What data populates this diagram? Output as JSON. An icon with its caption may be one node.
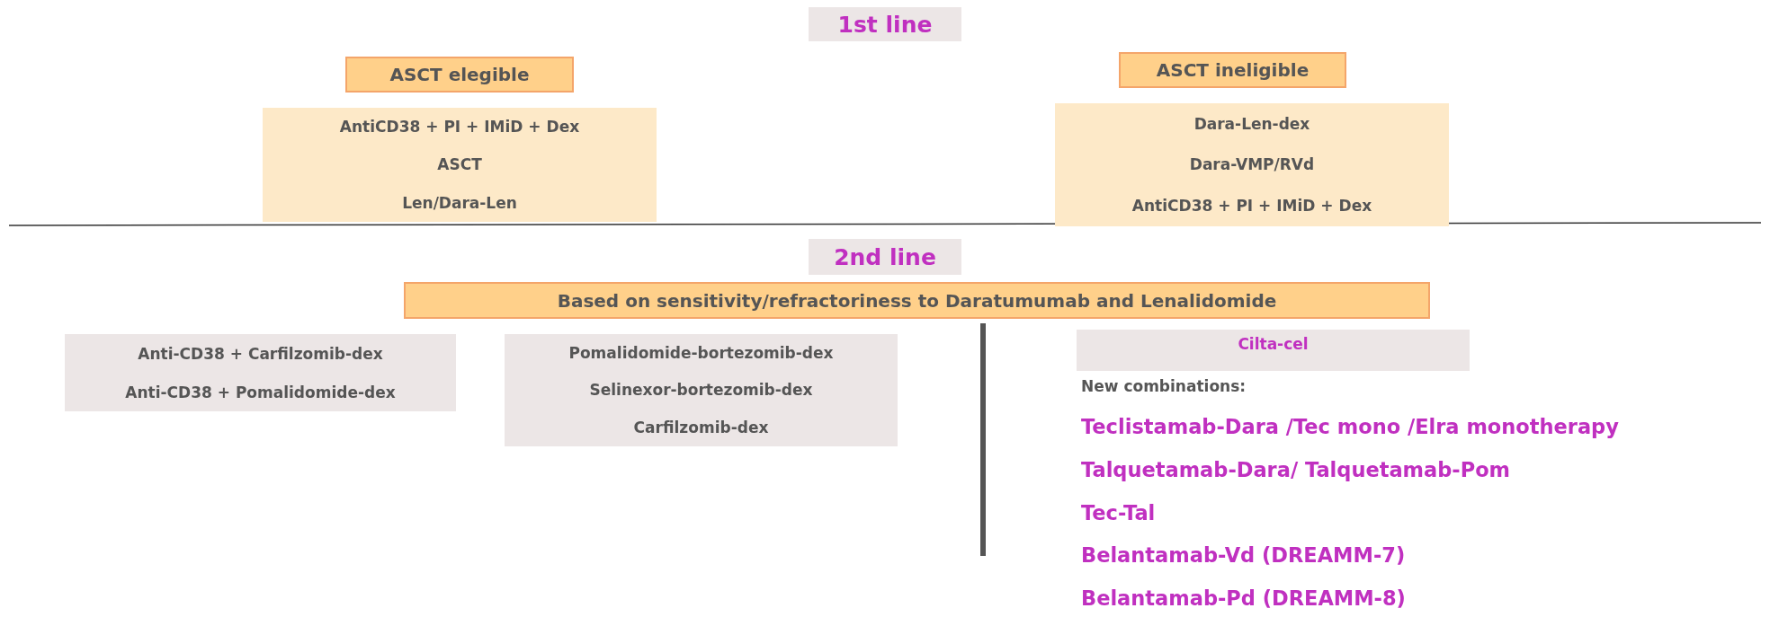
{
  "diagram": {
    "nodes": [
      {
        "text": [
          "1st line"
        ]
      },
      {
        "text": [
          "ASCT elegible"
        ]
      },
      {
        "text": [
          "AntiCD38 + PI + IMiD + Dex",
          "ASCT",
          "Len/Dara-Len"
        ]
      },
      {
        "text": [
          "ASCT ineligible"
        ]
      },
      {
        "text": [
          "Dara-Len-dex",
          "Dara-VMP/RVd",
          "AntiCD38 + PI + IMiD + Dex"
        ]
      },
      {
        "text": [
          "2nd line"
        ]
      },
      {
        "text": [
          "Based on sensitivity/refractoriness to Daratumumab and Lenalidomide"
        ]
      },
      {
        "text": [
          "Anti-CD38 + Carfilzomib-dex",
          "Anti-CD38 + Pomalidomide-dex"
        ]
      },
      {
        "text": [
          "Pomalidomide-bortezomib-dex",
          "Selinexor-bortezomib-dex",
          "Carfilzomib-dex"
        ]
      },
      {
        "text": [
          "Cilta-cel"
        ]
      }
    ],
    "labels": [
      "New combinations:",
      "Teclistamab-Dara /Tec mono /Elra monotherapy",
      "Talquetamab-Dara/ Talquetamab-Pom",
      "Tec-Tal",
      "Belantamab-Vd (DREAMM-7)",
      "Belantamab-Pd (DREAMM-8)"
    ]
  }
}
